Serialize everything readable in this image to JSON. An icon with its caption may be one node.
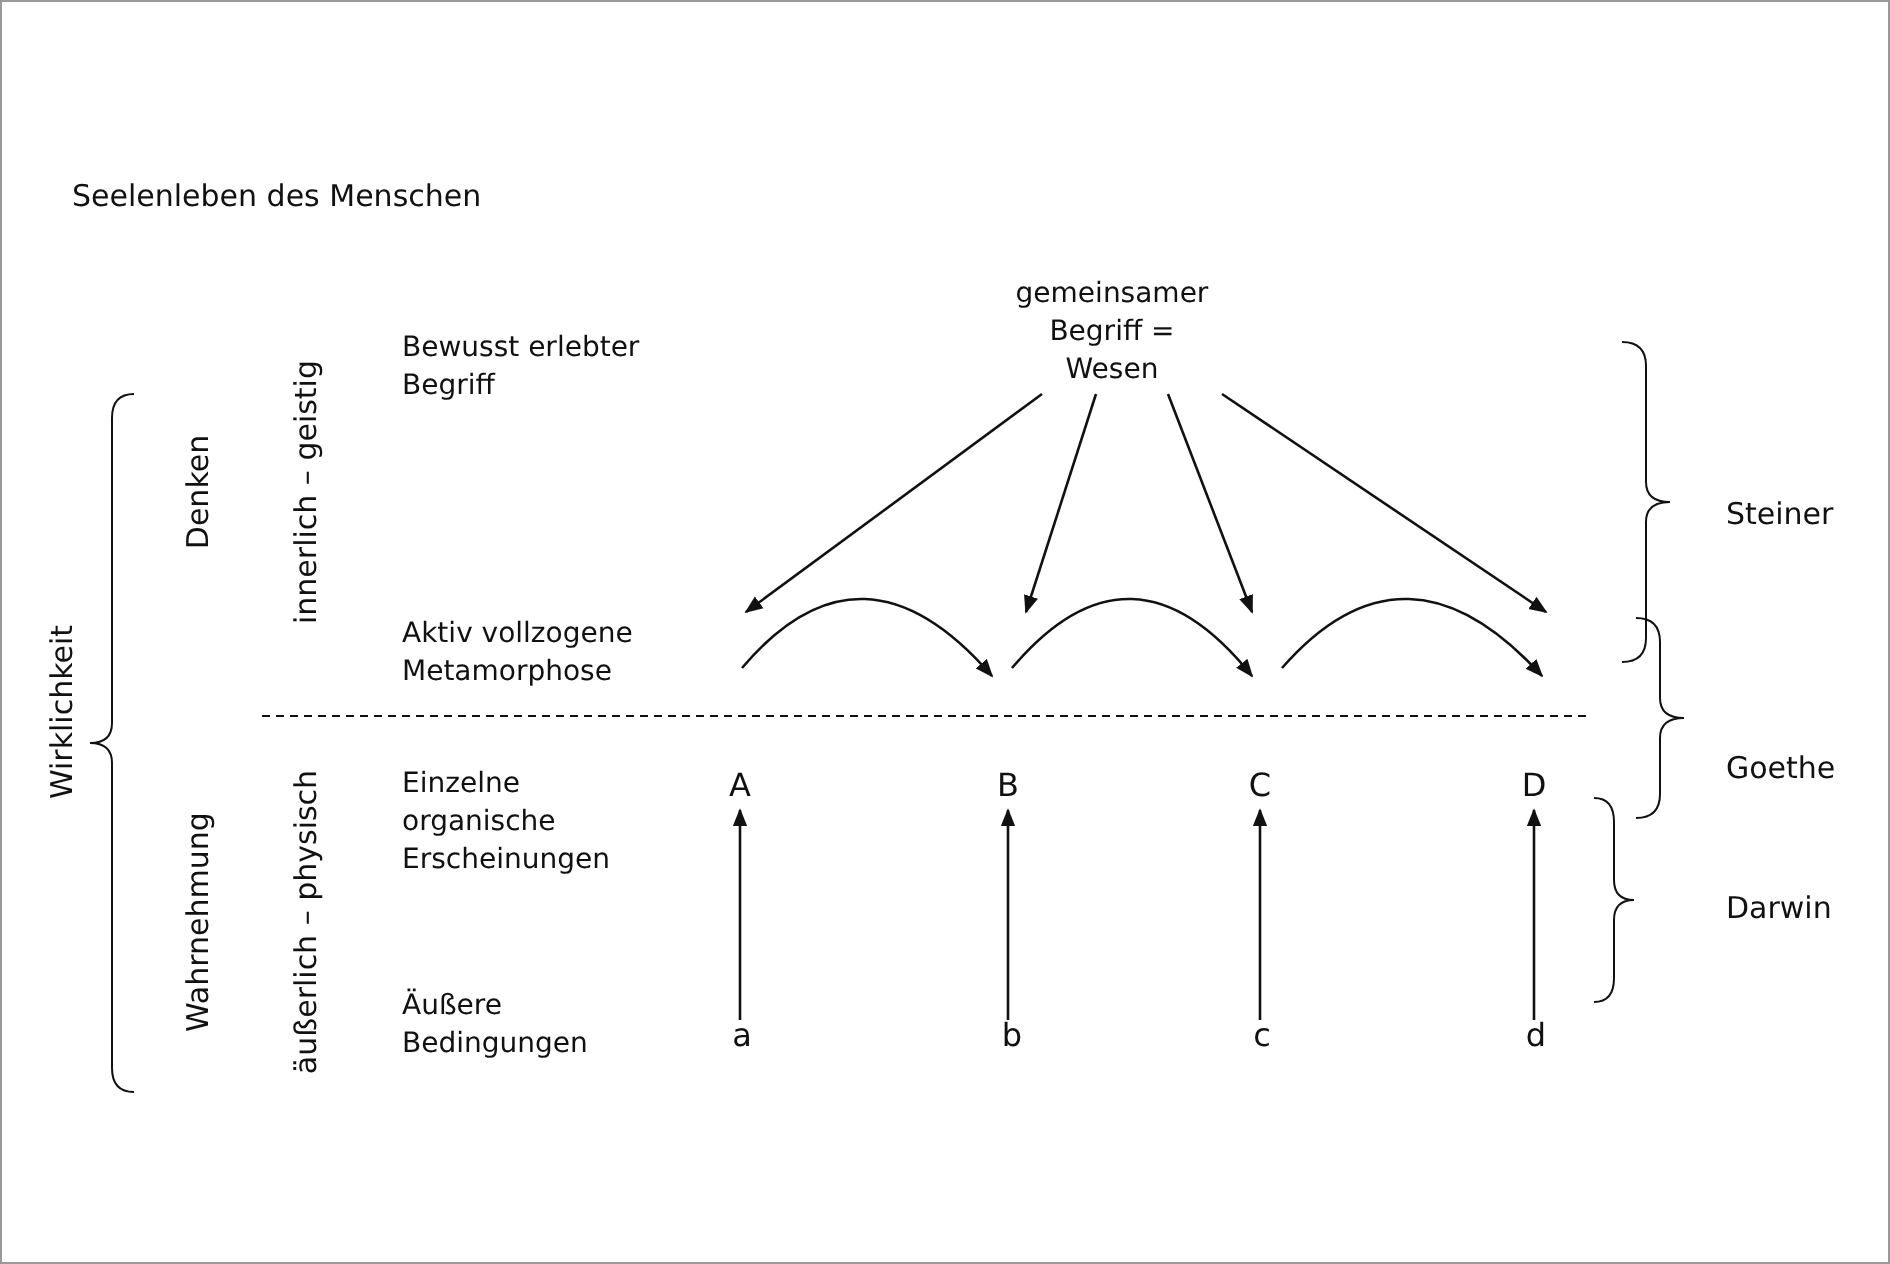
{
  "diagram": {
    "title": "Seelenleben des Menschen",
    "nodes": [
      {
        "text": [
          "gemeinsamer Begriff = Wesen"
        ]
      },
      {
        "text": [
          "A"
        ]
      },
      {
        "text": [
          "B"
        ]
      },
      {
        "text": [
          "C"
        ]
      },
      {
        "text": [
          "D"
        ]
      },
      {
        "text": [
          "a"
        ]
      },
      {
        "text": [
          "b"
        ]
      },
      {
        "text": [
          "c"
        ]
      },
      {
        "text": [
          "d"
        ]
      }
    ],
    "edges": [
      {
        "from": 0,
        "to": null,
        "arrow": "to"
      },
      {
        "from": 0,
        "to": null,
        "arrow": "to"
      },
      {
        "from": 0,
        "to": null,
        "arrow": "to"
      },
      {
        "from": 0,
        "to": null,
        "arrow": "to"
      },
      {
        "from": 5,
        "to": 1,
        "arrow": "to"
      },
      {
        "from": 6,
        "to": 2,
        "arrow": "to"
      },
      {
        "from": 7,
        "to": 3,
        "arrow": "to"
      },
      {
        "from": 8,
        "to": 4,
        "arrow": "to"
      }
    ],
    "labels": [
      "Bewusst erlebter Begriff",
      "innerlich – geistig",
      "Denken",
      "Steiner",
      "Wirklichkeit",
      "Aktiv vollzogene Metamorphose",
      "Goethe",
      "Einzelne organische Erscheinungen",
      "äußerlich – physisch",
      "Wahrnehmung",
      "Darwin",
      "Äußere Bedingungen"
    ]
  }
}
